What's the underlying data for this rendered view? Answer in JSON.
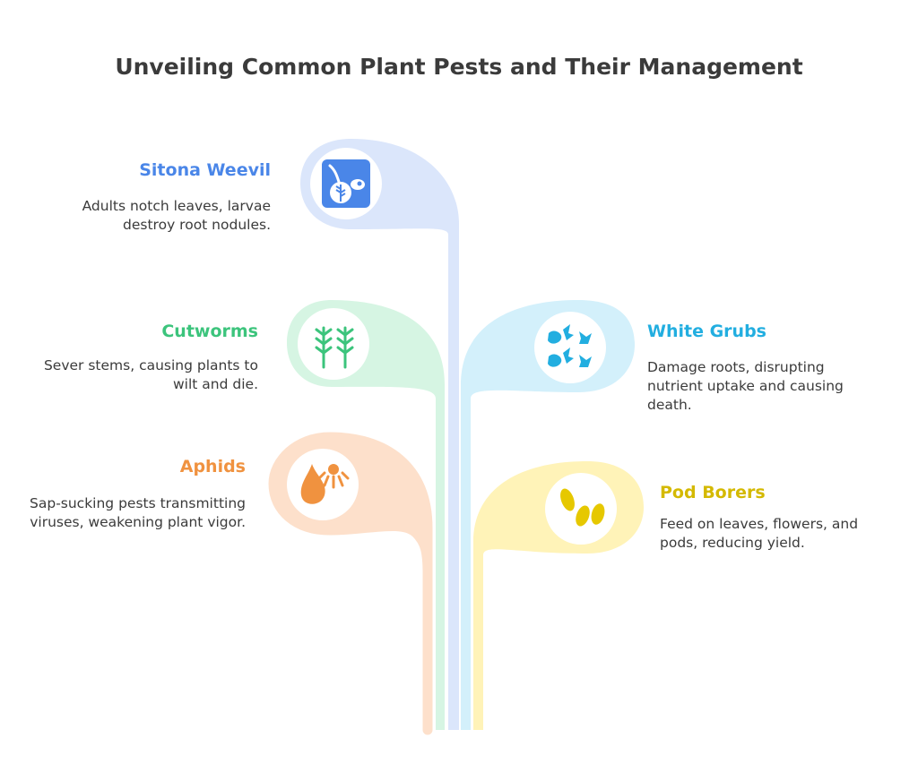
{
  "title": "Unveiling Common Plant Pests and Their Management",
  "pests": [
    {
      "name": "Sitona Weevil",
      "description": "Adults notch leaves, larvae destroy root nodules.",
      "side": "left",
      "color": "#4a86e8",
      "bubble_color": "#dbe6fb",
      "icon": "weevil-icon"
    },
    {
      "name": "Cutworms",
      "description": "Sever stems, causing plants to wilt and die.",
      "side": "left",
      "color": "#3cc47c",
      "bubble_color": "#d6f5e3",
      "icon": "sprouts-icon"
    },
    {
      "name": "White Grubs",
      "description": "Damage roots, disrupting nutrient uptake and causing death.",
      "side": "right",
      "color": "#22aee0",
      "bubble_color": "#d3f0fb",
      "icon": "grubs-icon"
    },
    {
      "name": "Aphids",
      "description": "Sap-sucking pests transmitting viruses, weakening plant vigor.",
      "side": "left",
      "color": "#f0923f",
      "bubble_color": "#fde0cb",
      "icon": "aphid-icon"
    },
    {
      "name": "Pod Borers",
      "description": "Feed on leaves, flowers, and pods, reducing yield.",
      "side": "right",
      "color": "#e6c800",
      "bubble_color": "#fff3b8",
      "icon": "pods-icon"
    }
  ]
}
